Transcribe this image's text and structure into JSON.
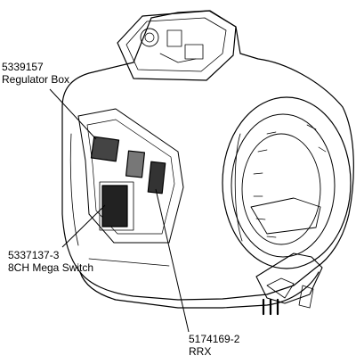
{
  "callouts": [
    {
      "part_number": "5339157",
      "name": "Regulator Box"
    },
    {
      "part_number": "5337137-3",
      "name": "8CH Mega Switch"
    },
    {
      "part_number": "5174169-2",
      "name": "RRX"
    }
  ],
  "colors": {
    "line": "#000000",
    "background": "#ffffff"
  }
}
